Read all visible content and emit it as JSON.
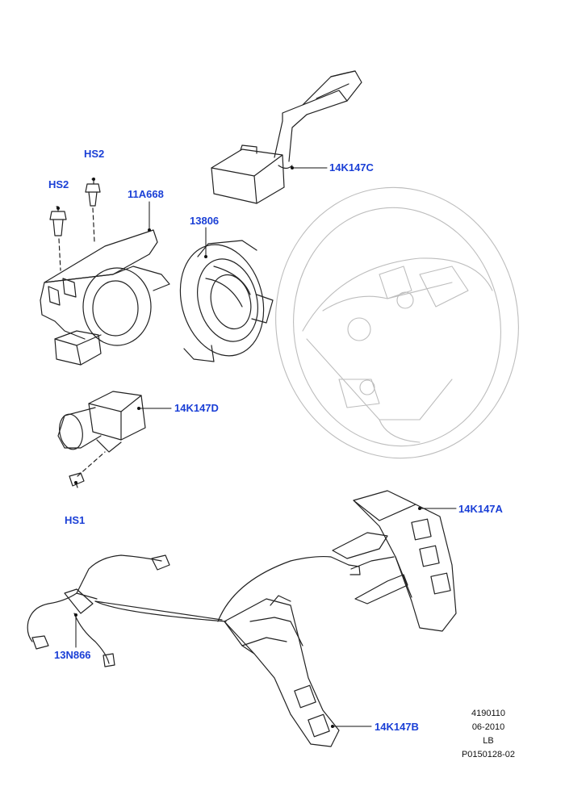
{
  "callouts": {
    "hs2_top": "HS2",
    "hs2_left": "HS2",
    "p11a668": "11A668",
    "p13806": "13806",
    "p14k147c": "14K147C",
    "p14k147d": "14K147D",
    "hs1": "HS1",
    "p14k147a": "14K147A",
    "p13n866": "13N866",
    "p14k147b": "14K147B"
  },
  "meta": {
    "code": "4190110",
    "date": "06-2010",
    "region": "LB",
    "ref": "P0150128-02"
  },
  "colors": {
    "callout": "#1a3fd6",
    "line": "#222222"
  }
}
